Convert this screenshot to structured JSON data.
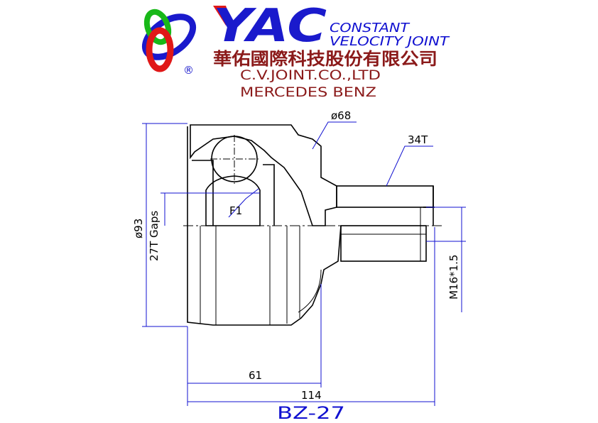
{
  "brand": {
    "logo_text": "YAC",
    "product_line_1": "CONSTANT",
    "product_line_2": "VELOCITY JOINT",
    "company_cn": "華佑國際科技股份有限公司",
    "company_en": "C.V.JOINT.CO.,LTD",
    "vehicle_make": "MERCEDES BENZ",
    "registered_mark": "®"
  },
  "labels": {
    "diameter_outer": "ø68",
    "teeth_outer": "34T",
    "diameter_bell": "ø93",
    "teeth_inner": "27T Gaps",
    "feature": "F1",
    "thread": "M16*1.5",
    "length_bell": "61",
    "length_total": "114",
    "part_number": "BZ-27"
  },
  "colors": {
    "brand_blue": "#1a1acc",
    "text_blue": "#1010d0",
    "cjk_red": "#8b1a1a",
    "ring_red": "#e01818",
    "ring_green": "#18b818",
    "ring_blue": "#1a1acc"
  }
}
